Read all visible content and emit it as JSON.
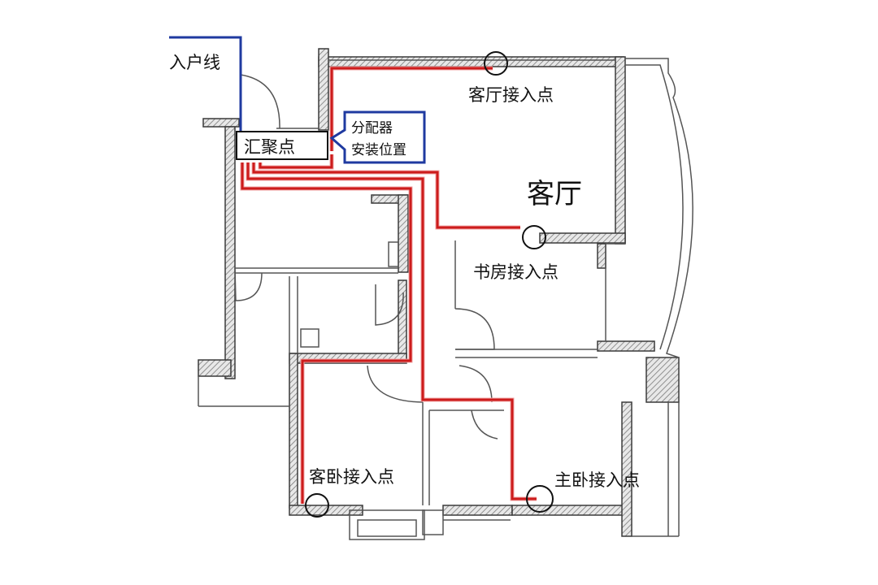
{
  "labels": {
    "incoming_line": "入户线",
    "hub": "汇聚点",
    "splitter_line1": "分配器",
    "splitter_line2": "安装位置",
    "living_room": "客厅",
    "living_room_point": "客厅接入点",
    "study_point": "书房接入点",
    "guest_bedroom_point": "客卧接入点",
    "master_bedroom_point": "主卧接入点"
  },
  "colors": {
    "cable": "#cc1c1c",
    "incoming_line": "#1f3aa0",
    "wall": "#3a3a3a"
  }
}
